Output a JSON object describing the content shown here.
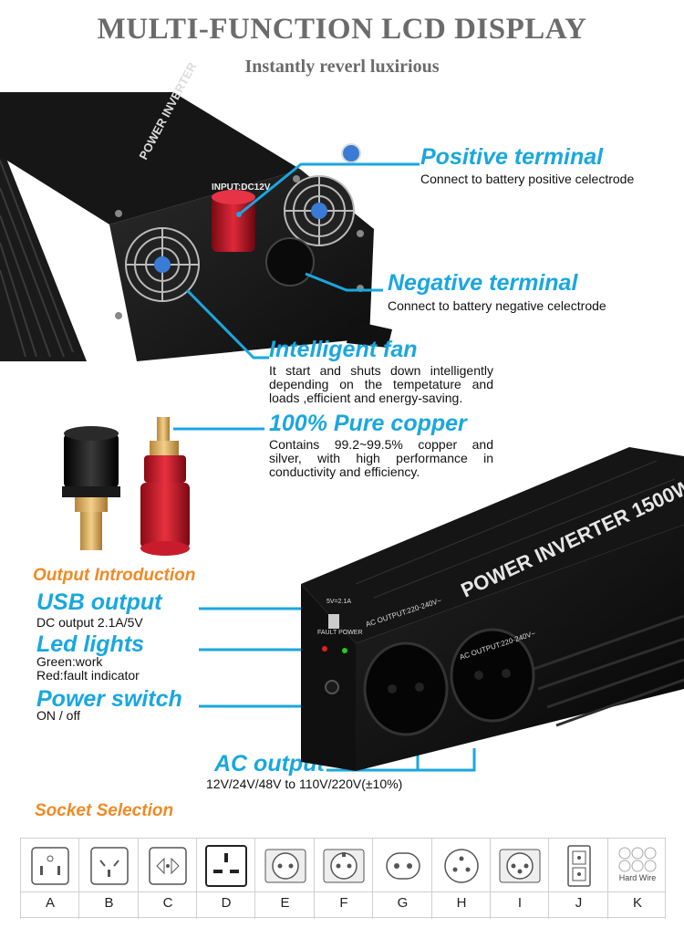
{
  "header": {
    "title": "MULTI-FUNCTION LCD DISPLAY",
    "subtitle": "Instantly reverl luxirious"
  },
  "device_top": {
    "label_brand": "POWER INVERTER",
    "input_label": "INPUT:DC12V"
  },
  "callouts": {
    "positive": {
      "title": "Positive terminal",
      "desc": "Connect to battery positive celectrode"
    },
    "negative": {
      "title": "Negative terminal",
      "desc": "Connect to battery negative celectrode"
    },
    "fan": {
      "title": "Intelligent fan",
      "desc": "It start and shuts down intelligently depending on the tempetature and loads ,efficient and energy-saving."
    },
    "copper": {
      "title": "100% Pure copper",
      "desc": "Contains 99.2~99.5% copper and silver, with high performance in conductivity and efficiency."
    }
  },
  "output": {
    "section_title": "Output Introduction",
    "usb": {
      "title": "USB output",
      "desc": "DC output 2.1A/5V"
    },
    "led": {
      "title": "Led lights",
      "desc_green": "Green:work",
      "desc_red": "Red:fault indicator"
    },
    "power": {
      "title": "Power switch",
      "desc": "ON / off"
    },
    "ac": {
      "title": "AC output",
      "desc": "12V/24V/48V to 110V/220V(±10%)"
    }
  },
  "device_front": {
    "brand": "POWER INVERTER 1500W",
    "ac_label_1": "AC OUTPUT:220-240V~",
    "ac_label_2": "AC OUTPUT:220-240V~",
    "usb_label": "5V=2.1A",
    "led_label": "FAULT POWER"
  },
  "sockets": {
    "title": "Socket Selection",
    "labels": [
      "A",
      "B",
      "C",
      "D",
      "E",
      "F",
      "G",
      "H",
      "I",
      "J",
      "K"
    ],
    "hard_wire_text": "Hard Wire"
  },
  "colors": {
    "accent": "#1aa7df",
    "orange": "#f08a24",
    "title_gray": "#6b6b6b",
    "red_terminal": "#c8102e"
  }
}
